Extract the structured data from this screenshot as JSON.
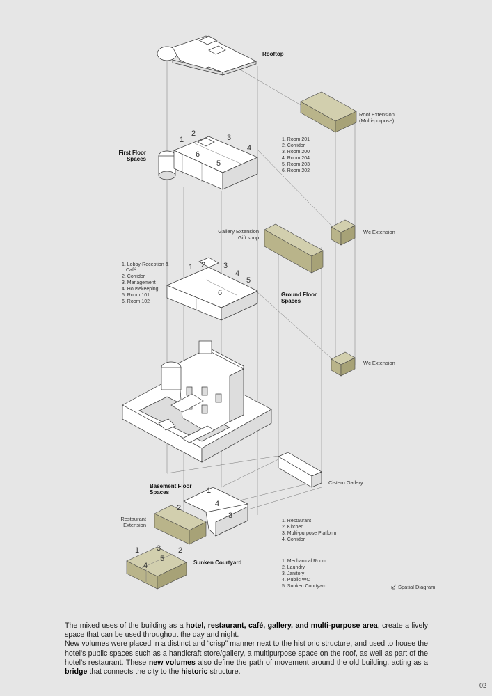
{
  "levels": {
    "rooftop": "Rooftop",
    "first_floor": [
      "First Floor",
      "Spaces"
    ],
    "ground_floor": [
      "Ground Floor",
      "Spaces"
    ],
    "basement_floor": [
      "Basement Floor",
      "Spaces"
    ],
    "sunken_courtyard": "Sunken Courtyard"
  },
  "extensions": {
    "roof": [
      "Roof Extension",
      "(Multi-purpose)"
    ],
    "wc_upper": "Wc Extension",
    "wc_lower": "Wc Extension",
    "gallery": [
      "Gallery Extension",
      "Gift shop"
    ],
    "cistern": "Cistern Gallery",
    "restaurant": [
      "Restaurant",
      "Extension"
    ]
  },
  "legends": {
    "first_floor": [
      "1. Room 201",
      "2. Corridor",
      "3. Room 200",
      "4. Room 204",
      "5. Room 203",
      "6. Room 202"
    ],
    "ground_floor": [
      "1. Lobby-Reception &",
      "Café",
      "2. Corridor",
      "3. Management",
      "4. Housekeeping",
      "5. Room 101",
      "6. Room 102"
    ],
    "basement": [
      "1. Restaurant",
      "2. Kitchen",
      "3. Multi-purpose Platform",
      "4. Corridor"
    ],
    "sunken": [
      "1. Mechanical Room",
      "2. Laundry",
      "3. Janitory",
      "4. Public WC",
      "5. Sunken Courtyard"
    ]
  },
  "room_numbers": {
    "first": [
      "1",
      "2",
      "3",
      "4",
      "5",
      "6"
    ],
    "ground": [
      "1",
      "2",
      "3",
      "4",
      "5",
      "6"
    ],
    "basement": [
      "1",
      "2",
      "3",
      "4"
    ],
    "sunken": [
      "1",
      "2",
      "3",
      "4",
      "5"
    ]
  },
  "diagram_key": "Spatial Diagram",
  "caption": {
    "p1": [
      "The mixed uses of the building as a ",
      "hotel, restaurant, café, gallery, and multi-purpose area",
      ", create a lively space that can be used throughout the day and night."
    ],
    "p2": [
      "New volumes were placed in a distinct and “crisp” manner next to the hist oric structure, and used to house the hotel’s public spaces such as a handicraft store/gallery, a multipurpose space on the roof, as well as part of the hotel’s restaurant. These ",
      "new volumes",
      " also define the path of movement around the old building, acting as a ",
      "bridge",
      " that connects the city to the ",
      "historic",
      " structure."
    ]
  },
  "page_number": "02"
}
